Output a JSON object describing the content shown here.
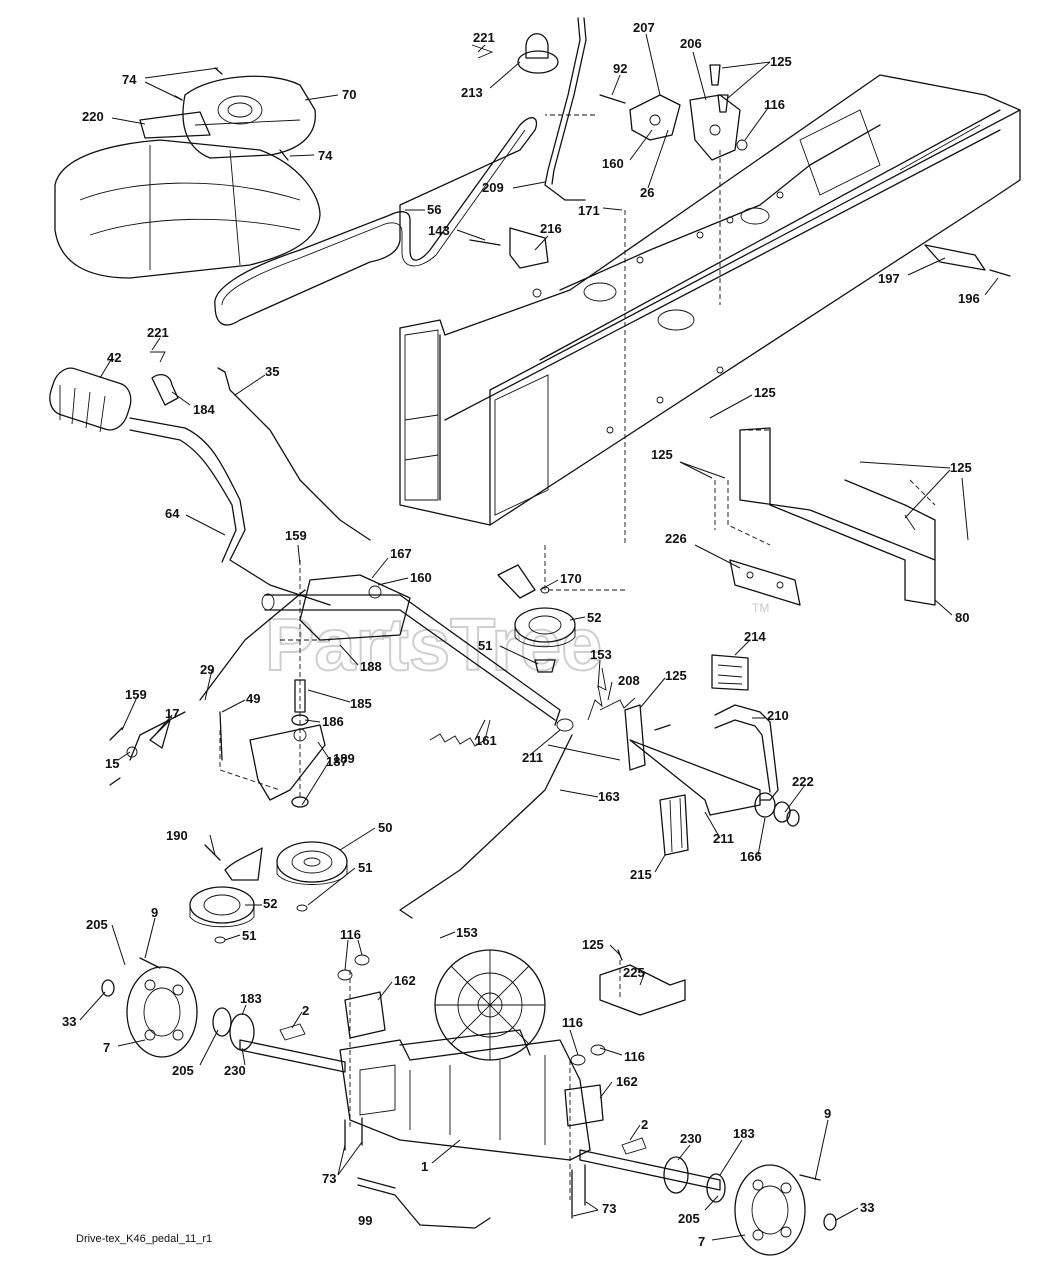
{
  "watermark": {
    "text": "PartsTree",
    "tm": "TM"
  },
  "caption": "Drive-tex_K46_pedal_11_r1",
  "callouts": [
    "221",
    "213",
    "207",
    "206",
    "125",
    "92",
    "74",
    "70",
    "220",
    "74",
    "116",
    "160",
    "26",
    "56",
    "209",
    "143",
    "216",
    "171",
    "197",
    "196",
    "221",
    "42",
    "35",
    "184",
    "125",
    "125",
    "125",
    "64",
    "159",
    "167",
    "160",
    "226",
    "80",
    "170",
    "52",
    "51",
    "188",
    "29",
    "153",
    "125",
    "214",
    "159",
    "17",
    "49",
    "185",
    "186",
    "208",
    "210",
    "15",
    "189",
    "161",
    "211",
    "222",
    "187",
    "163",
    "190",
    "50",
    "211",
    "166",
    "51",
    "215",
    "205",
    "9",
    "52",
    "51",
    "116",
    "153",
    "125",
    "225",
    "33",
    "183",
    "162",
    "2",
    "7",
    "205",
    "230",
    "116",
    "116",
    "162",
    "1",
    "2",
    "230",
    "183",
    "9",
    "73",
    "205",
    "33",
    "99",
    "73",
    "7"
  ]
}
